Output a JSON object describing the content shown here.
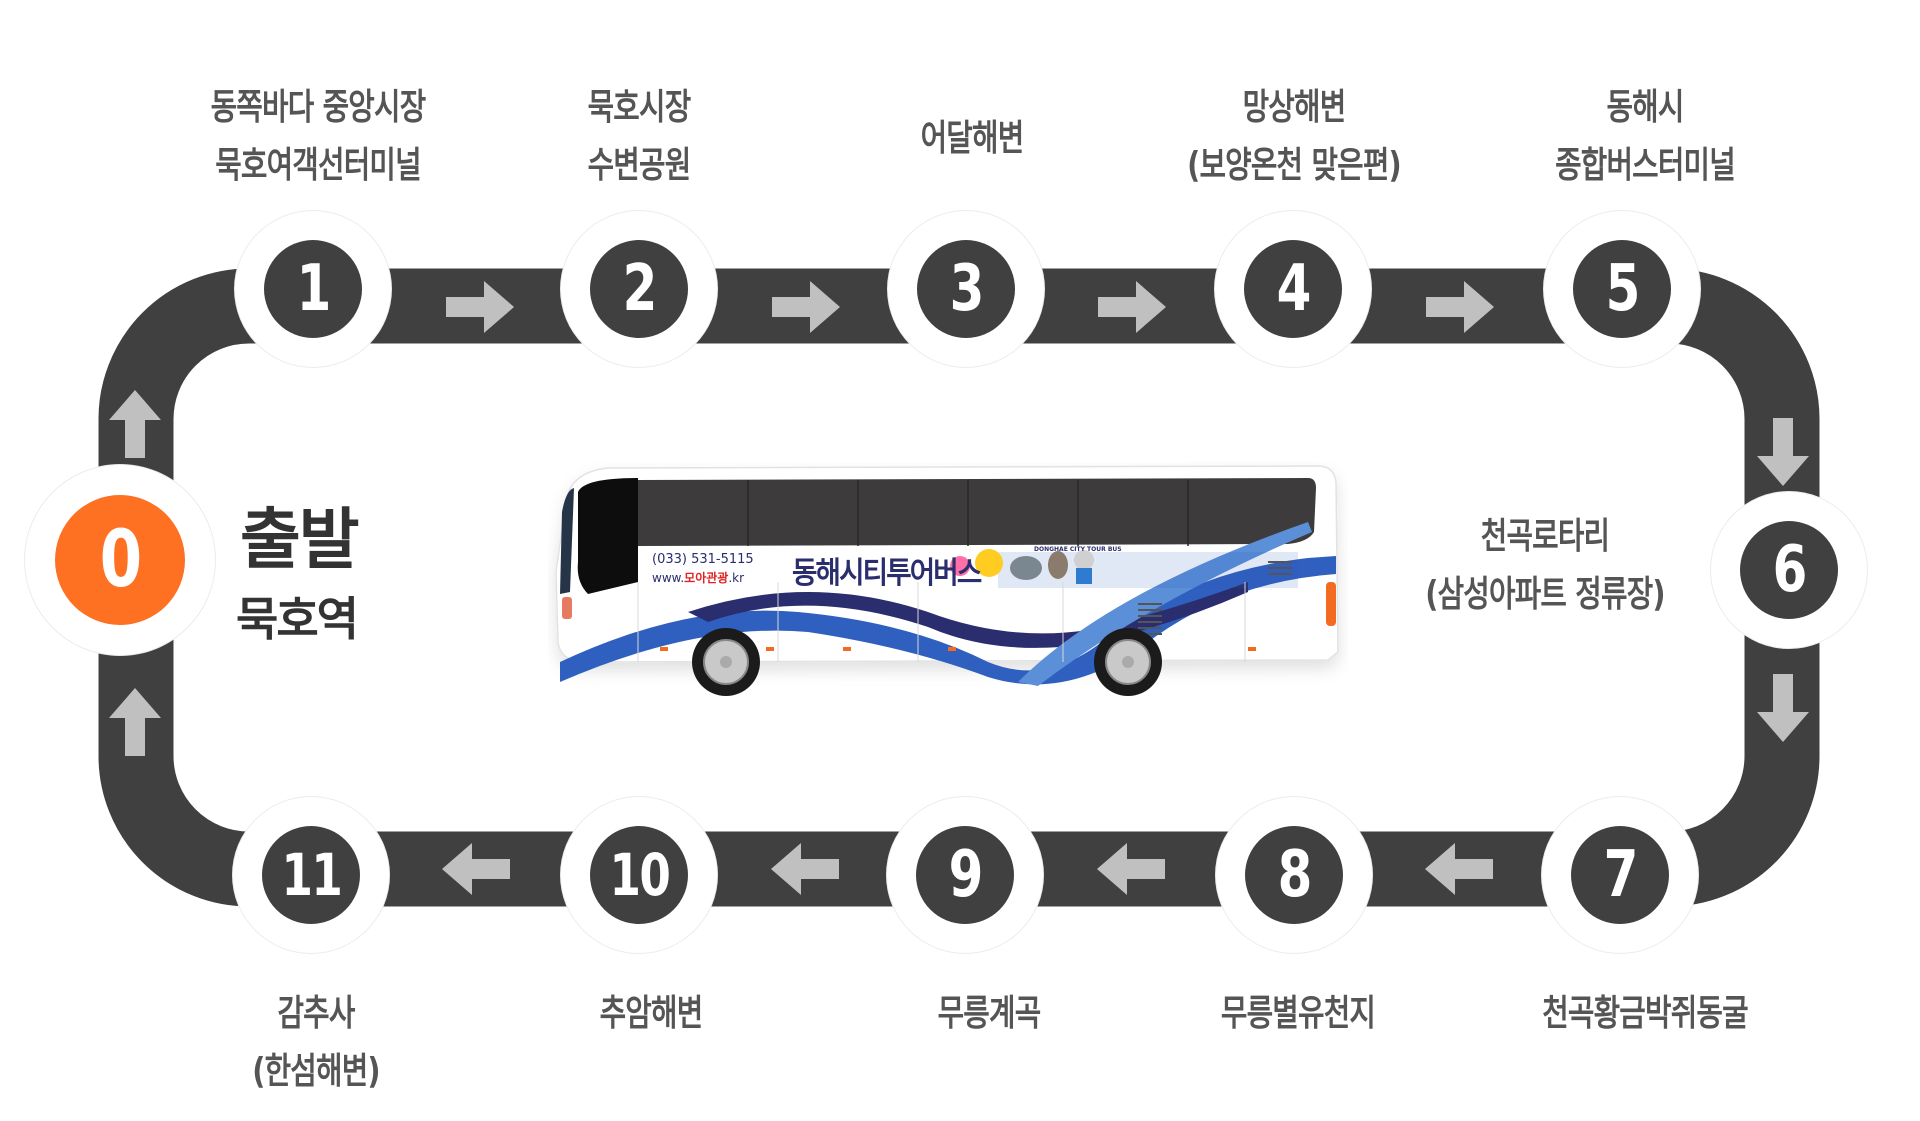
{
  "colors": {
    "track": "#404040",
    "arrow": "#c0c0c0",
    "stop_fill": "#404040",
    "start_fill": "#ff7122",
    "label_text": "#555555",
    "bus_brand": "#2a2d6e",
    "bus_stripe": "#2f5fbf"
  },
  "start": {
    "number": "0",
    "title": "출발",
    "station": "묵호역"
  },
  "stops": [
    {
      "number": "1",
      "lines": [
        "동쪽바다 중앙시장",
        "묵호여객선터미널"
      ]
    },
    {
      "number": "2",
      "lines": [
        "묵호시장",
        "수변공원"
      ]
    },
    {
      "number": "3",
      "lines": [
        "어달해변"
      ]
    },
    {
      "number": "4",
      "lines": [
        "망상해변",
        "(보양온천 맞은편)"
      ]
    },
    {
      "number": "5",
      "lines": [
        "동해시",
        "종합버스터미널"
      ]
    },
    {
      "number": "6",
      "lines": [
        "천곡로타리",
        "(삼성아파트 정류장)"
      ]
    },
    {
      "number": "7",
      "lines": [
        "천곡황금박쥐동굴"
      ]
    },
    {
      "number": "8",
      "lines": [
        "무릉별유천지"
      ]
    },
    {
      "number": "9",
      "lines": [
        "무릉계곡"
      ]
    },
    {
      "number": "10",
      "lines": [
        "추암해변"
      ]
    },
    {
      "number": "11",
      "lines": [
        "감추사",
        "(한섬해변)"
      ]
    }
  ],
  "arrows": {
    "top": "right-arrow-icon",
    "right": "down-arrow-icon",
    "bottom": "left-arrow-icon",
    "left": "up-arrow-icon"
  },
  "bus": {
    "phone": "(033) 531-5115",
    "web_prefix": "www.",
    "web_highlight": "모아관광",
    "web_suffix": ".kr",
    "brand": "동해시티투어버스",
    "brand_en": "DONGHAE CITY TOUR BUS"
  }
}
